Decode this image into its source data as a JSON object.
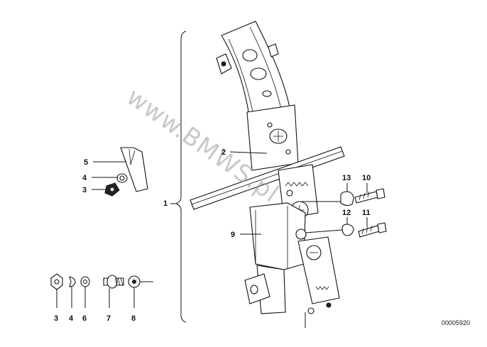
{
  "diagram": {
    "watermark": "www.BMWS.pl",
    "reference_code": "00005920",
    "callouts": [
      {
        "id": "1",
        "label": "1"
      },
      {
        "id": "2",
        "label": "2"
      },
      {
        "id": "3a",
        "label": "3"
      },
      {
        "id": "4a",
        "label": "4"
      },
      {
        "id": "5",
        "label": "5"
      },
      {
        "id": "9",
        "label": "9"
      },
      {
        "id": "10",
        "label": "10"
      },
      {
        "id": "11",
        "label": "11"
      },
      {
        "id": "12",
        "label": "12"
      },
      {
        "id": "13",
        "label": "13"
      },
      {
        "id": "3b",
        "label": "3"
      },
      {
        "id": "4b",
        "label": "4"
      },
      {
        "id": "6",
        "label": "6"
      },
      {
        "id": "7",
        "label": "7"
      },
      {
        "id": "8",
        "label": "8"
      }
    ]
  }
}
